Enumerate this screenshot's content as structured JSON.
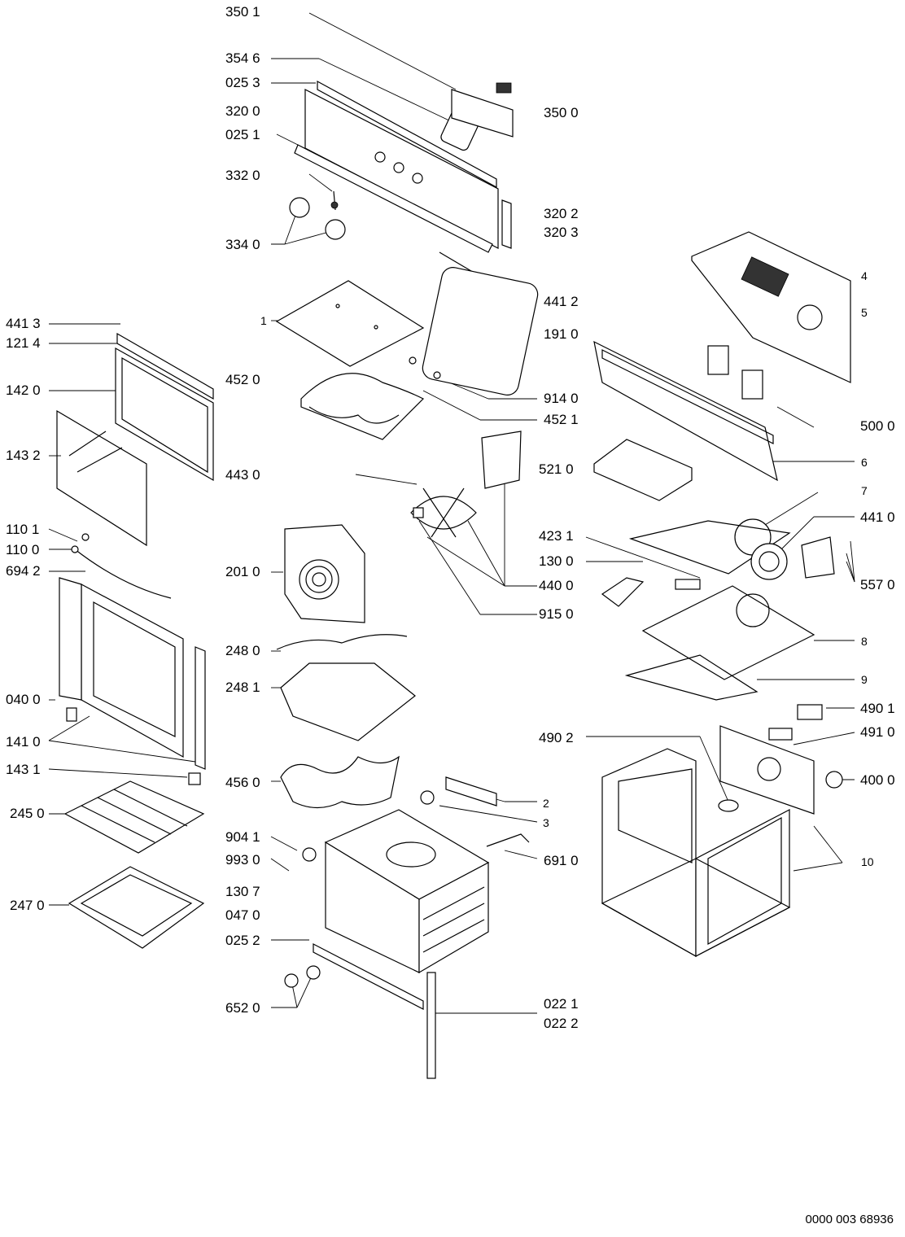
{
  "labels": {
    "l3501": "350 1",
    "l3546": "354 6",
    "l0253": "025 3",
    "l3200": "320 0",
    "l0251": "025 1",
    "l3320": "332 0",
    "l3340": "334 0",
    "l3500": "350 0",
    "l3202": "320 2",
    "l3203": "320 3",
    "l4412": "441 2",
    "l1910": "191 0",
    "l4": "4",
    "l5": "5",
    "l4413": "441 3",
    "l1214": "121 4",
    "l1": "1",
    "l4520": "452 0",
    "l1420": "142 0",
    "l9140": "914 0",
    "l4521": "452 1",
    "l5000": "500 0",
    "l1432": "143 2",
    "l4430": "443 0",
    "l5210": "521 0",
    "l6": "6",
    "l7": "7",
    "l1101": "110 1",
    "l1100": "110 0",
    "l6942": "694 2",
    "l4231": "423 1",
    "l1300": "130 0",
    "l4410": "441 0",
    "l5570": "557 0",
    "l2010": "201 0",
    "l4400": "440 0",
    "l9150": "915 0",
    "l2480": "248 0",
    "l2481": "248 1",
    "l8": "8",
    "l9": "9",
    "l0400": "040 0",
    "l1410": "141 0",
    "l1431": "143 1",
    "l4901": "490 1",
    "l4902": "490 2",
    "l4910": "491 0",
    "l4560": "456 0",
    "l4000": "400 0",
    "l2": "2",
    "l3": "3",
    "l2450": "245 0",
    "l9041": "904 1",
    "l6910": "691 0",
    "l10": "10",
    "l9930": "993 0",
    "l1307": "130 7",
    "l0470": "047 0",
    "l2470": "247 0",
    "l0252": "025 2",
    "l6520": "652 0",
    "l0221": "022 1",
    "l0222": "022 2"
  },
  "footer": "0000 003 68936"
}
